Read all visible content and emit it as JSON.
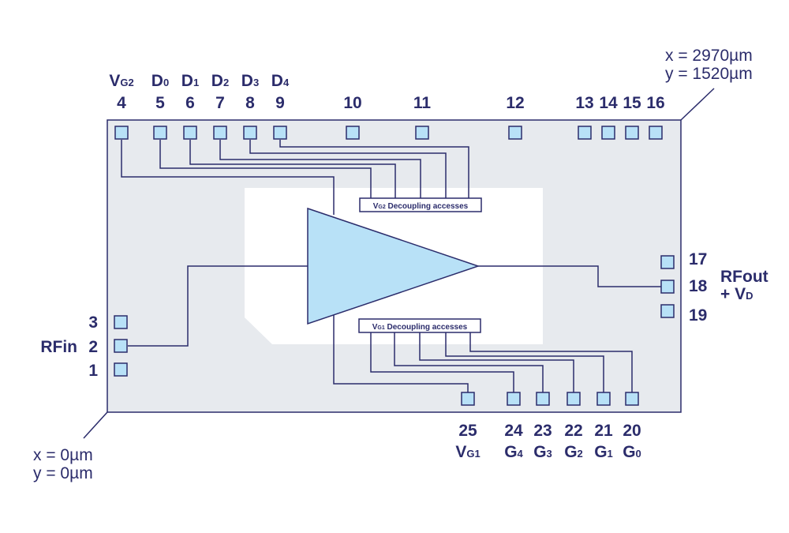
{
  "colors": {
    "ink": "#2b2c6b",
    "chip_fill": "#e7eaee",
    "pad_fill": "#b8e1f7",
    "amplifier_fill": "#b8e1f7",
    "background": "#ffffff"
  },
  "coords": {
    "top_right_x": "x = 2970µm",
    "top_right_y": "y = 1520µm",
    "bottom_left_x": "x = 0µm",
    "bottom_left_y": "y = 0µm"
  },
  "top_pins": {
    "p4": {
      "num": "4",
      "main": "V",
      "sub": "G2"
    },
    "p5": {
      "num": "5",
      "main": "D",
      "sub": "0"
    },
    "p6": {
      "num": "6",
      "main": "D",
      "sub": "1"
    },
    "p7": {
      "num": "7",
      "main": "D",
      "sub": "2"
    },
    "p8": {
      "num": "8",
      "main": "D",
      "sub": "3"
    },
    "p9": {
      "num": "9",
      "main": "D",
      "sub": "4"
    },
    "p10": {
      "num": "10"
    },
    "p11": {
      "num": "11"
    },
    "p12": {
      "num": "12"
    },
    "p13": {
      "num": "13"
    },
    "p14": {
      "num": "14"
    },
    "p15": {
      "num": "15"
    },
    "p16": {
      "num": "16"
    }
  },
  "left_pins": {
    "p1": {
      "num": "1"
    },
    "p2": {
      "num": "2",
      "label": "RFin"
    },
    "p3": {
      "num": "3"
    }
  },
  "right_pins": {
    "p17": {
      "num": "17"
    },
    "p18": {
      "num": "18",
      "label": "RFout",
      "label2_main": "+ V",
      "label2_sub": "D"
    },
    "p19": {
      "num": "19"
    }
  },
  "bottom_pins": {
    "p25": {
      "num": "25",
      "main": "V",
      "sub": "G1"
    },
    "p24": {
      "num": "24",
      "main": "G",
      "sub": "4"
    },
    "p23": {
      "num": "23",
      "main": "G",
      "sub": "3"
    },
    "p22": {
      "num": "22",
      "main": "G",
      "sub": "2"
    },
    "p21": {
      "num": "21",
      "main": "G",
      "sub": "1"
    },
    "p20": {
      "num": "20",
      "main": "G",
      "sub": "0"
    }
  },
  "decoupling": {
    "top": {
      "main": "V",
      "sub": "G2",
      "text": " Decoupling accesses"
    },
    "bottom": {
      "main": "V",
      "sub": "G1",
      "text": " Decoupling accesses"
    }
  }
}
